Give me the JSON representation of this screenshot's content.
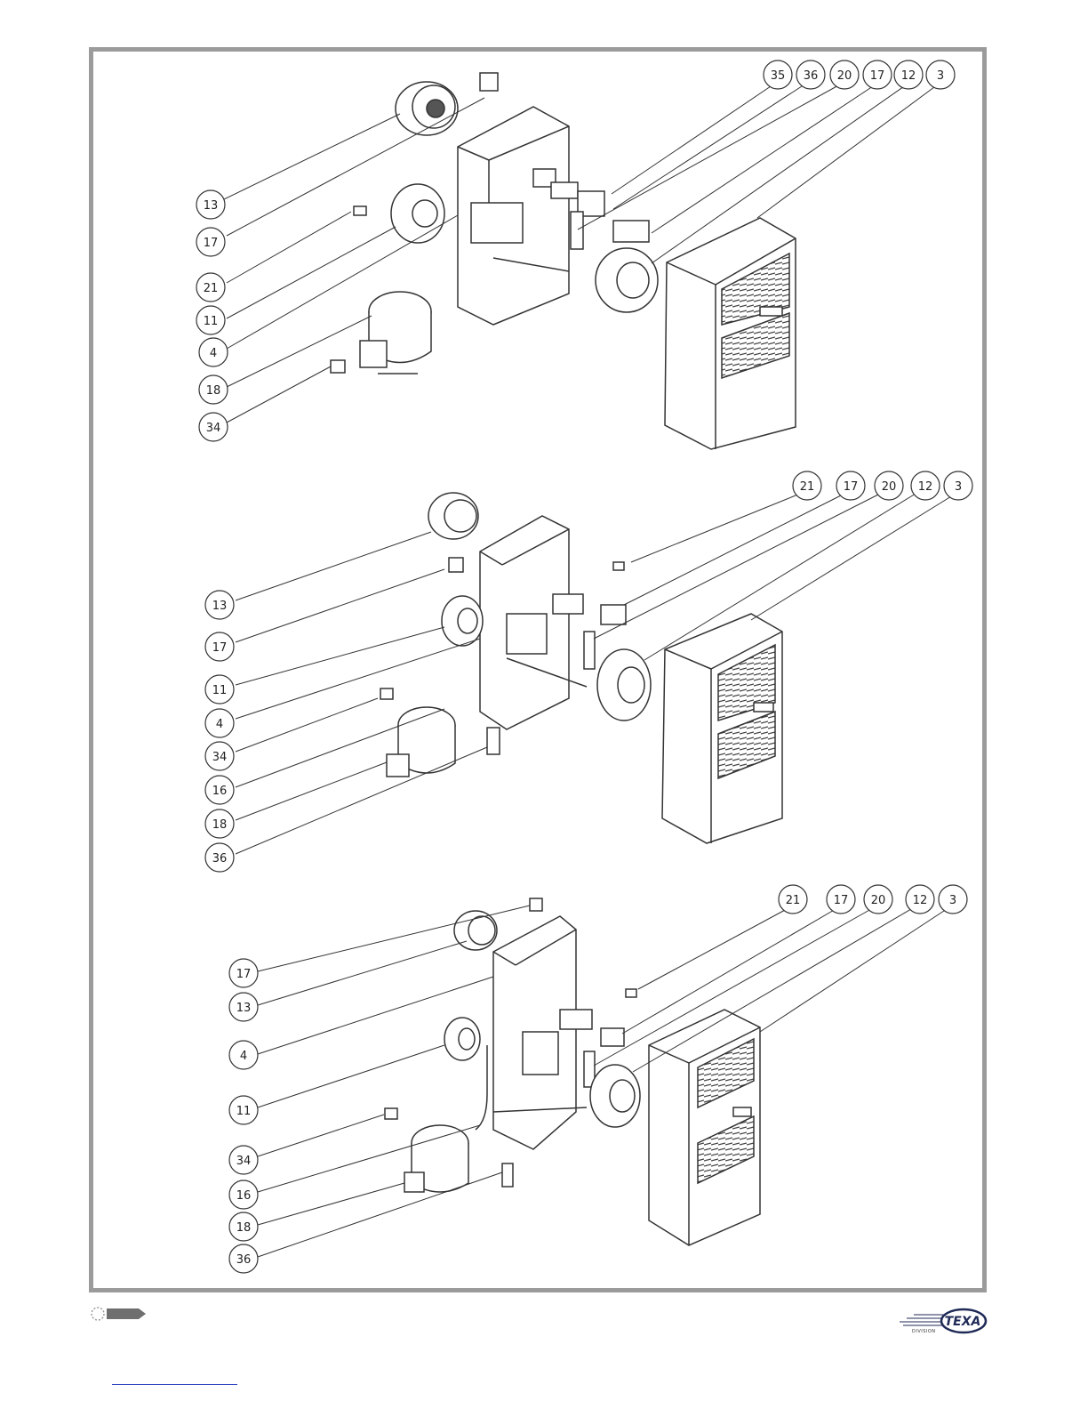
{
  "diagram": {
    "views": [
      {
        "name": "exploded-view-1",
        "left_callouts": [
          "13",
          "17",
          "21",
          "11",
          "4",
          "18",
          "34"
        ],
        "top_callouts": [
          "35",
          "36",
          "20",
          "17",
          "12",
          "3"
        ]
      },
      {
        "name": "exploded-view-2",
        "left_callouts": [
          "13",
          "17",
          "11",
          "4",
          "34",
          "16",
          "18",
          "36"
        ],
        "top_callouts": [
          "21",
          "17",
          "20",
          "12",
          "3"
        ]
      },
      {
        "name": "exploded-view-3",
        "left_callouts": [
          "17",
          "13",
          "4",
          "11",
          "34",
          "16",
          "18",
          "36"
        ],
        "top_callouts": [
          "21",
          "17",
          "20",
          "12",
          "3"
        ]
      }
    ]
  },
  "footer": {
    "brand": "TEXA",
    "brand_sub": "DIVISION",
    "colors": {
      "brand_navy": "#1f2a57",
      "frame_gray": "#9b9b9b",
      "link_blue": "#2b3fbf"
    }
  }
}
